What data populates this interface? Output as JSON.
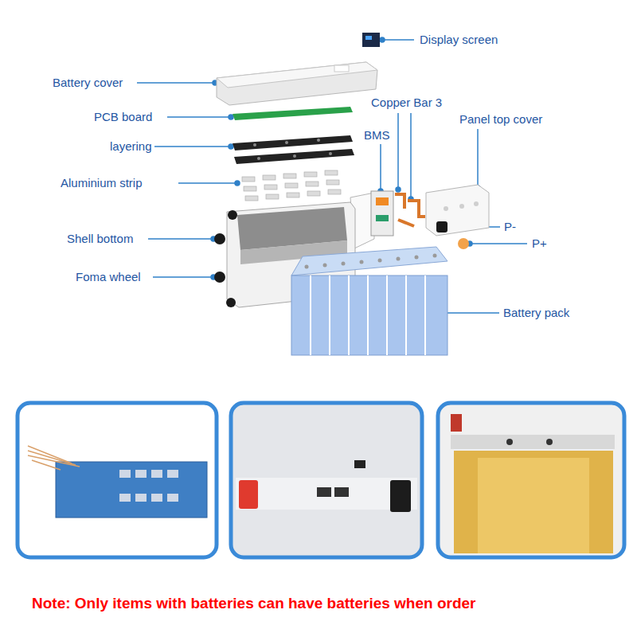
{
  "diagram": {
    "labels": [
      "Display screen",
      "Battery cover",
      "PCB board",
      "Copper Bar 3",
      "Panel top cover",
      "layering",
      "BMS",
      "Aluminium strip",
      "Shell bottom",
      "P-",
      "P+",
      "Foma wheel",
      "Battery pack",
      "Note: Only items with batteries can have batteries when order"
    ]
  }
}
